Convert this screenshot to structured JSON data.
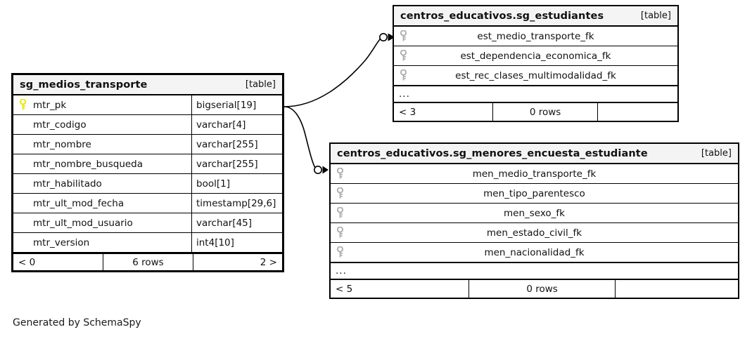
{
  "diagram": {
    "generator_credit": "Generated by SchemaSpy",
    "table_tag": "[table]",
    "ellipsis": "...",
    "pk_icon_color": "#e8e80f",
    "fk_icon_color": "#b0b0b0",
    "background": "#ffffff",
    "header_background": "#f4f4f4",
    "border_color": "#000000"
  },
  "tables": [
    {
      "id": "sg_medios_transporte",
      "title": "sg_medios_transporte",
      "tag": "[table]",
      "columns": [
        {
          "name": "mtr_pk",
          "type": "bigserial[19]",
          "key": "pk"
        },
        {
          "name": "mtr_codigo",
          "type": "varchar[4]",
          "key": "none"
        },
        {
          "name": "mtr_nombre",
          "type": "varchar[255]",
          "key": "none"
        },
        {
          "name": "mtr_nombre_busqueda",
          "type": "varchar[255]",
          "key": "none"
        },
        {
          "name": "mtr_habilitado",
          "type": "bool[1]",
          "key": "none"
        },
        {
          "name": "mtr_ult_mod_fecha",
          "type": "timestamp[29,6]",
          "key": "none"
        },
        {
          "name": "mtr_ult_mod_usuario",
          "type": "varchar[45]",
          "key": "none"
        },
        {
          "name": "mtr_version",
          "type": "int4[10]",
          "key": "none"
        }
      ],
      "has_ellipsis": false,
      "footer": {
        "left": "< 0",
        "middle": "6 rows",
        "right": "2 >"
      }
    },
    {
      "id": "sg_estudiantes",
      "title": "centros_educativos.sg_estudiantes",
      "tag": "[table]",
      "columns": [
        {
          "name": "est_medio_transporte_fk",
          "key": "fk"
        },
        {
          "name": "est_dependencia_economica_fk",
          "key": "fk"
        },
        {
          "name": "est_rec_clases_multimodalidad_fk",
          "key": "fk"
        }
      ],
      "has_ellipsis": true,
      "footer": {
        "left": "< 3",
        "middle": "0 rows",
        "right": ""
      }
    },
    {
      "id": "sg_menores_encuesta_estudiante",
      "title": "centros_educativos.sg_menores_encuesta_estudiante",
      "tag": "[table]",
      "columns": [
        {
          "name": "men_medio_transporte_fk",
          "key": "fk"
        },
        {
          "name": "men_tipo_parentesco",
          "key": "fk"
        },
        {
          "name": "men_sexo_fk",
          "key": "fk"
        },
        {
          "name": "men_estado_civil_fk",
          "key": "fk"
        },
        {
          "name": "men_nacionalidad_fk",
          "key": "fk"
        }
      ],
      "has_ellipsis": true,
      "footer": {
        "left": "< 5",
        "middle": "0 rows",
        "right": ""
      }
    }
  ],
  "relationships": [
    {
      "from_table": "sg_medios_transporte",
      "from_column": "mtr_pk",
      "to_table": "centros_educativos.sg_estudiantes",
      "to_column": "est_medio_transporte_fk",
      "cardinality": "zero-or-many"
    },
    {
      "from_table": "sg_medios_transporte",
      "from_column": "mtr_pk",
      "to_table": "centros_educativos.sg_menores_encuesta_estudiante",
      "to_column": "men_medio_transporte_fk",
      "cardinality": "zero-or-many"
    }
  ]
}
